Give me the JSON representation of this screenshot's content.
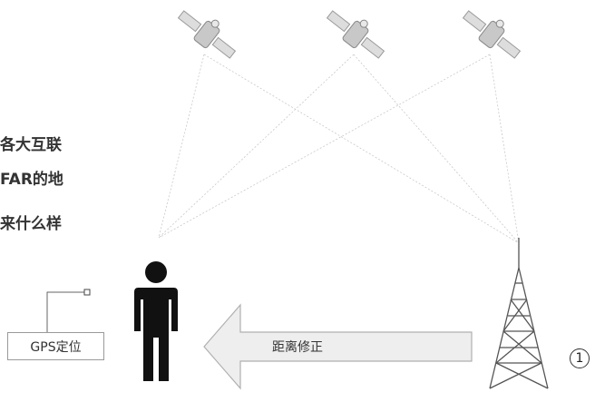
{
  "text_fragments": [
    "各大互联",
    "FAR的地",
    "来什么样"
  ],
  "gps_label": "GPS定位",
  "arrow_label": "距离修正",
  "marker": "1",
  "icons": [
    "satellite-icon",
    "person-icon",
    "cell-tower-icon"
  ],
  "colors": {
    "beam": "#c8c8c8",
    "arrow_fill": "#eeeeee",
    "arrow_stroke": "#b0b0b0",
    "figure": "#111111"
  }
}
